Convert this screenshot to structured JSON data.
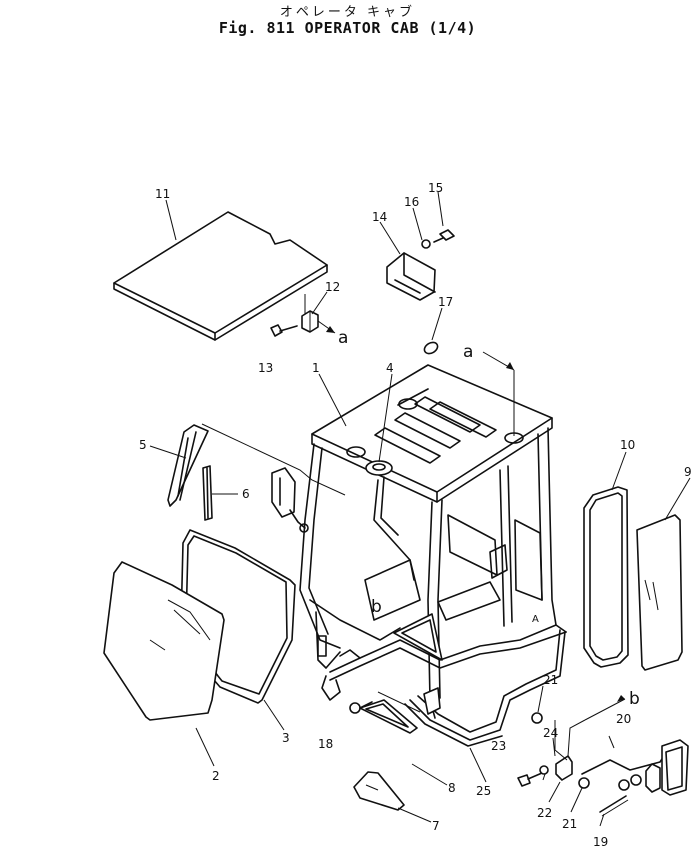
{
  "header": {
    "title_jp": "オペレータ キャブ",
    "title_en": "Fig. 811 OPERATOR CAB (1/4)"
  },
  "parts": [
    {
      "id": "p1",
      "label": "1"
    },
    {
      "id": "p2",
      "label": "2"
    },
    {
      "id": "p3",
      "label": "3"
    },
    {
      "id": "p4",
      "label": "4"
    },
    {
      "id": "p5",
      "label": "5"
    },
    {
      "id": "p6",
      "label": "6"
    },
    {
      "id": "p7",
      "label": "7"
    },
    {
      "id": "p8",
      "label": "8"
    },
    {
      "id": "p9",
      "label": "9"
    },
    {
      "id": "p10",
      "label": "10"
    },
    {
      "id": "p11",
      "label": "11"
    },
    {
      "id": "p12",
      "label": "12"
    },
    {
      "id": "p13",
      "label": "13"
    },
    {
      "id": "p14",
      "label": "14"
    },
    {
      "id": "p15",
      "label": "15"
    },
    {
      "id": "p16",
      "label": "16"
    },
    {
      "id": "p17",
      "label": "17"
    },
    {
      "id": "p18",
      "label": "18"
    },
    {
      "id": "p19",
      "label": "19"
    },
    {
      "id": "p20",
      "label": "20"
    },
    {
      "id": "p21a",
      "label": "21"
    },
    {
      "id": "p21b",
      "label": "21"
    },
    {
      "id": "p22",
      "label": "22"
    },
    {
      "id": "p23",
      "label": "23"
    },
    {
      "id": "p24",
      "label": "24"
    },
    {
      "id": "p25",
      "label": "25"
    }
  ],
  "refs": {
    "a1": "a",
    "a2": "a",
    "b1": "b",
    "b2": "b"
  }
}
